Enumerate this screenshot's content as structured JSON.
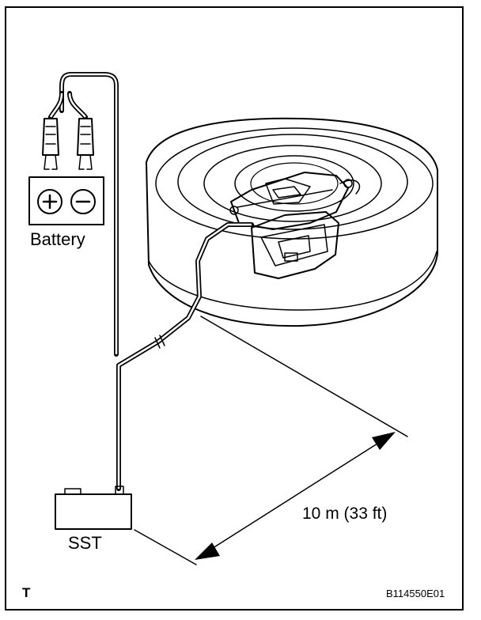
{
  "labels": {
    "battery": "Battery",
    "sst": "SST",
    "distance": "10 m (33 ft)",
    "plus": "+",
    "minus": "−",
    "corner_mark": "T",
    "figure_code": "B114550E01"
  },
  "icons": [
    "battery-icon",
    "tire-icon",
    "inflator-module-icon",
    "sst-box-icon",
    "dimension-arrow-icon"
  ]
}
